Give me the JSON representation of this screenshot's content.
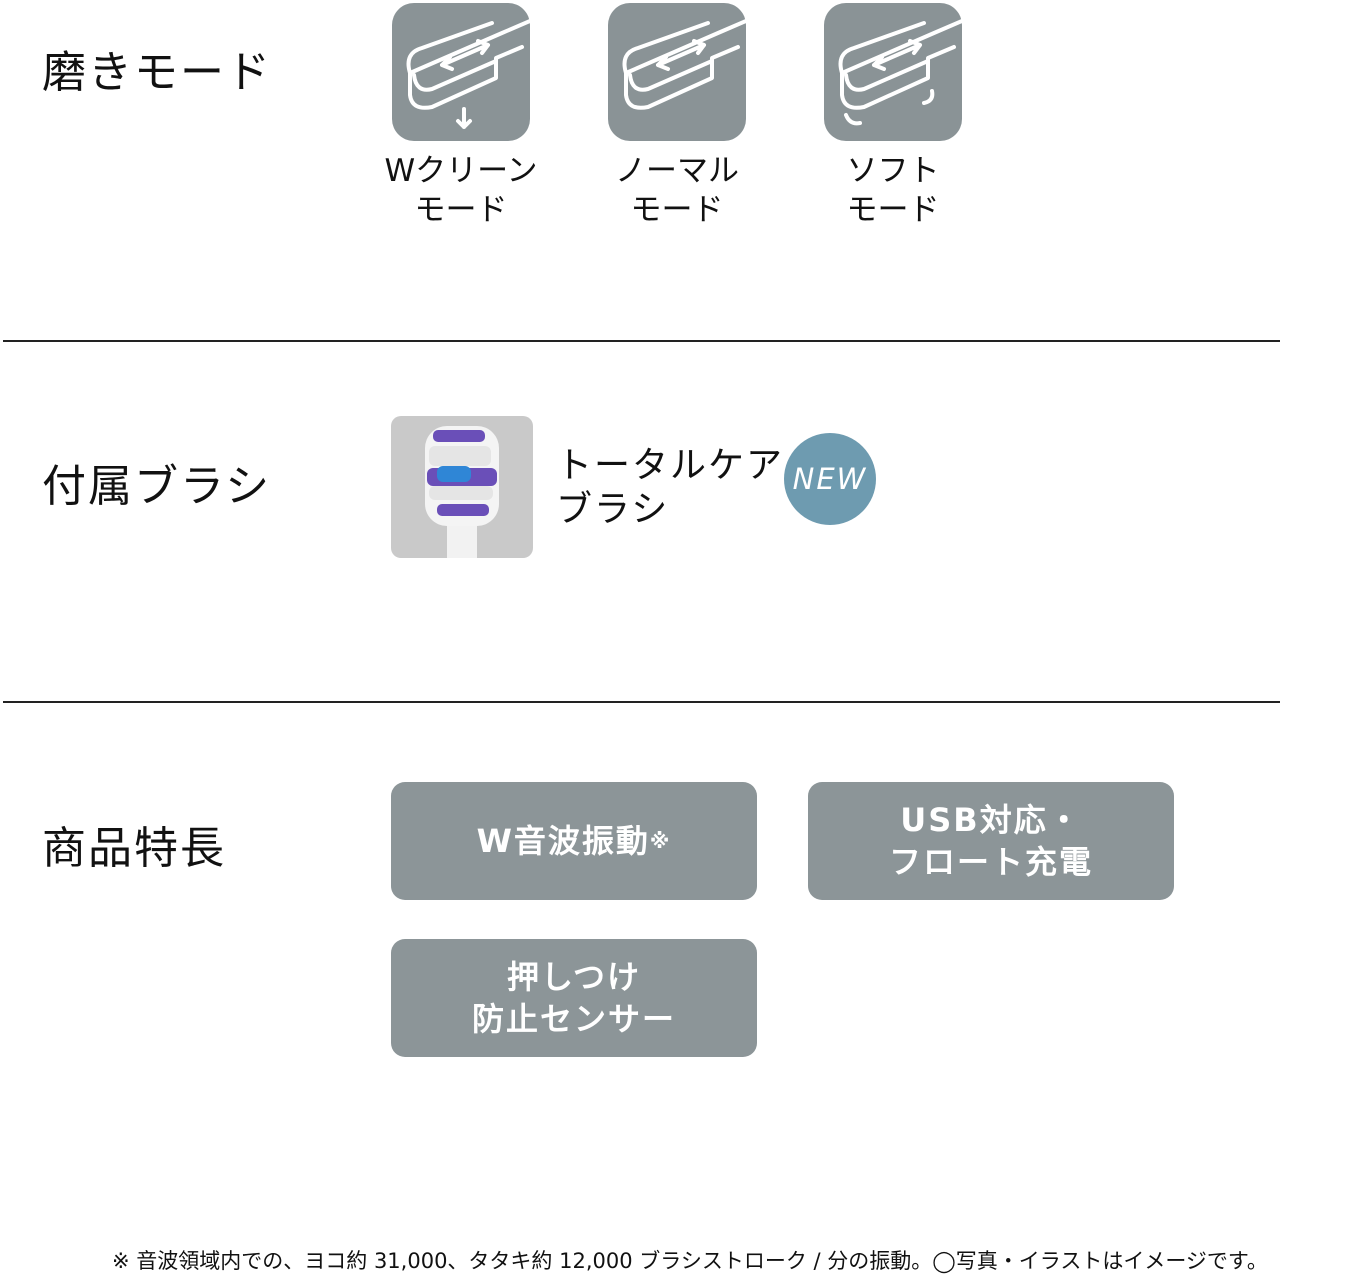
{
  "modes": {
    "heading": "磨きモード",
    "items": [
      {
        "icon": "w-clean-mode-icon",
        "line1": "Wクリーン",
        "line2": "モード"
      },
      {
        "icon": "normal-mode-icon",
        "line1": "ノーマル",
        "line2": "モード"
      },
      {
        "icon": "soft-mode-icon",
        "line1": "ソフト",
        "line2": "モード"
      }
    ]
  },
  "brush": {
    "heading": "付属ブラシ",
    "line1": "トータルケア",
    "line2": "ブラシ",
    "badge": "NEW",
    "badge_color": "#6e9bb0"
  },
  "features": {
    "heading": "商品特長",
    "items": [
      {
        "line1": "W音波振動",
        "sup": "※"
      },
      {
        "line1": "USB対応・",
        "line2": "フロート充電"
      },
      {
        "line1": "押しつけ",
        "line2": "防止センサー"
      }
    ]
  },
  "footnote": "※ 音波領域内での、ヨコ約 31,000、タタキ約 12,000 ブラシストローク / 分の振動。◯写真・イラストはイメージです。"
}
